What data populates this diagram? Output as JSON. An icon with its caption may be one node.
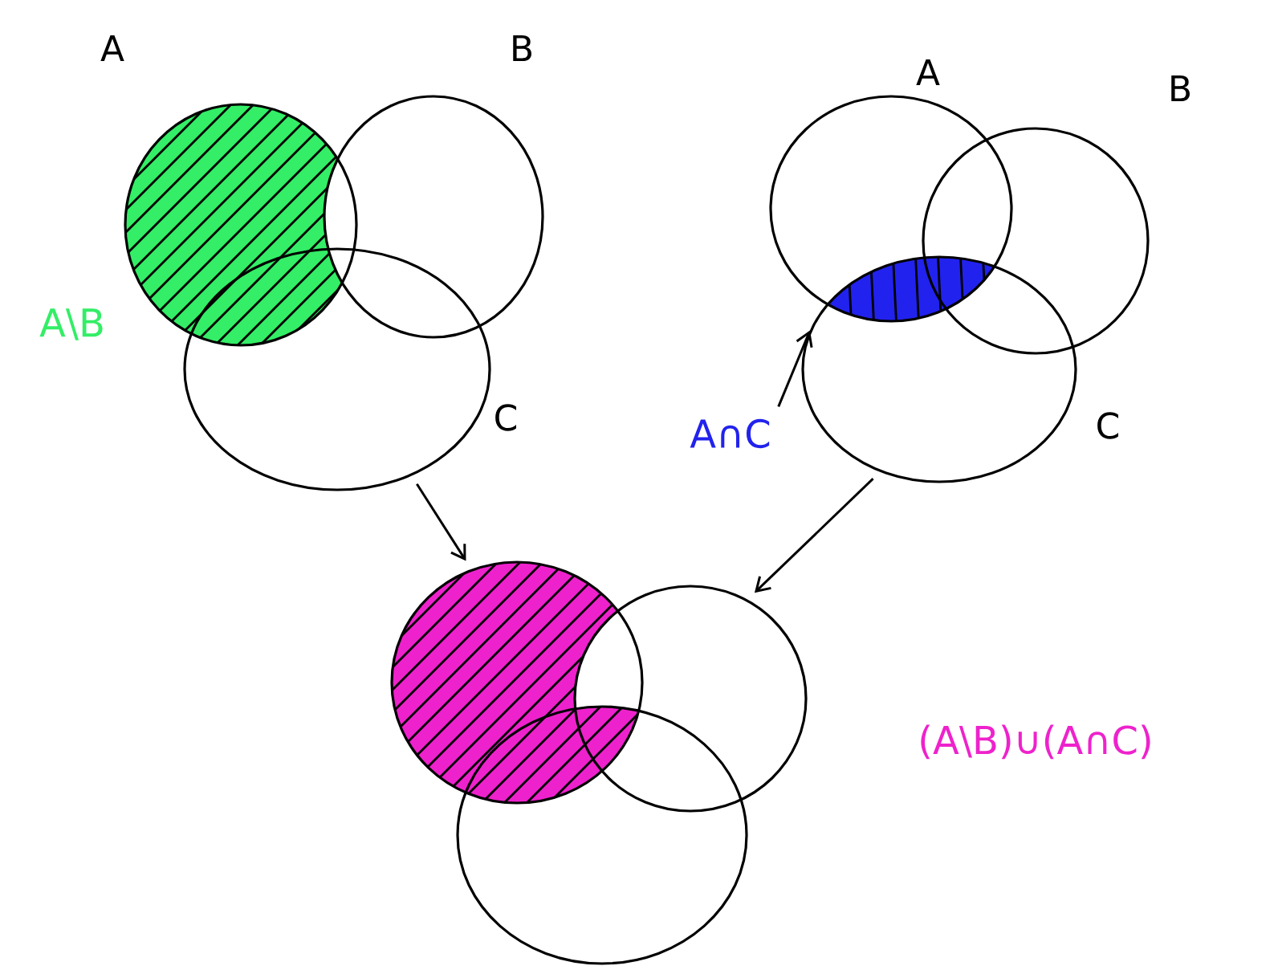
{
  "diagram": {
    "nodes": [
      {
        "text": [
          "A"
        ]
      },
      {
        "text": [
          "B"
        ]
      },
      {
        "text": [
          "C"
        ]
      },
      {
        "text": [
          "A"
        ]
      },
      {
        "text": [
          "B"
        ]
      },
      {
        "text": [
          "C"
        ]
      },
      {
        "text": [],
        "shape": "circle"
      },
      {
        "text": [],
        "shape": "circle"
      },
      {
        "text": [],
        "shape": "circle"
      },
      {
        "text": [
          "A∩C"
        ]
      },
      {
        "text": [],
        "shape": "lens"
      }
    ],
    "edges": [
      {
        "from": 2,
        "to": 6,
        "arrow": "to"
      },
      {
        "from": 5,
        "to": 7,
        "arrow": "to"
      },
      {
        "from": 9,
        "to": 10,
        "arrow": "to"
      }
    ],
    "labels": [
      "A\\B",
      "(A\\B)∪(A∩C)"
    ]
  }
}
